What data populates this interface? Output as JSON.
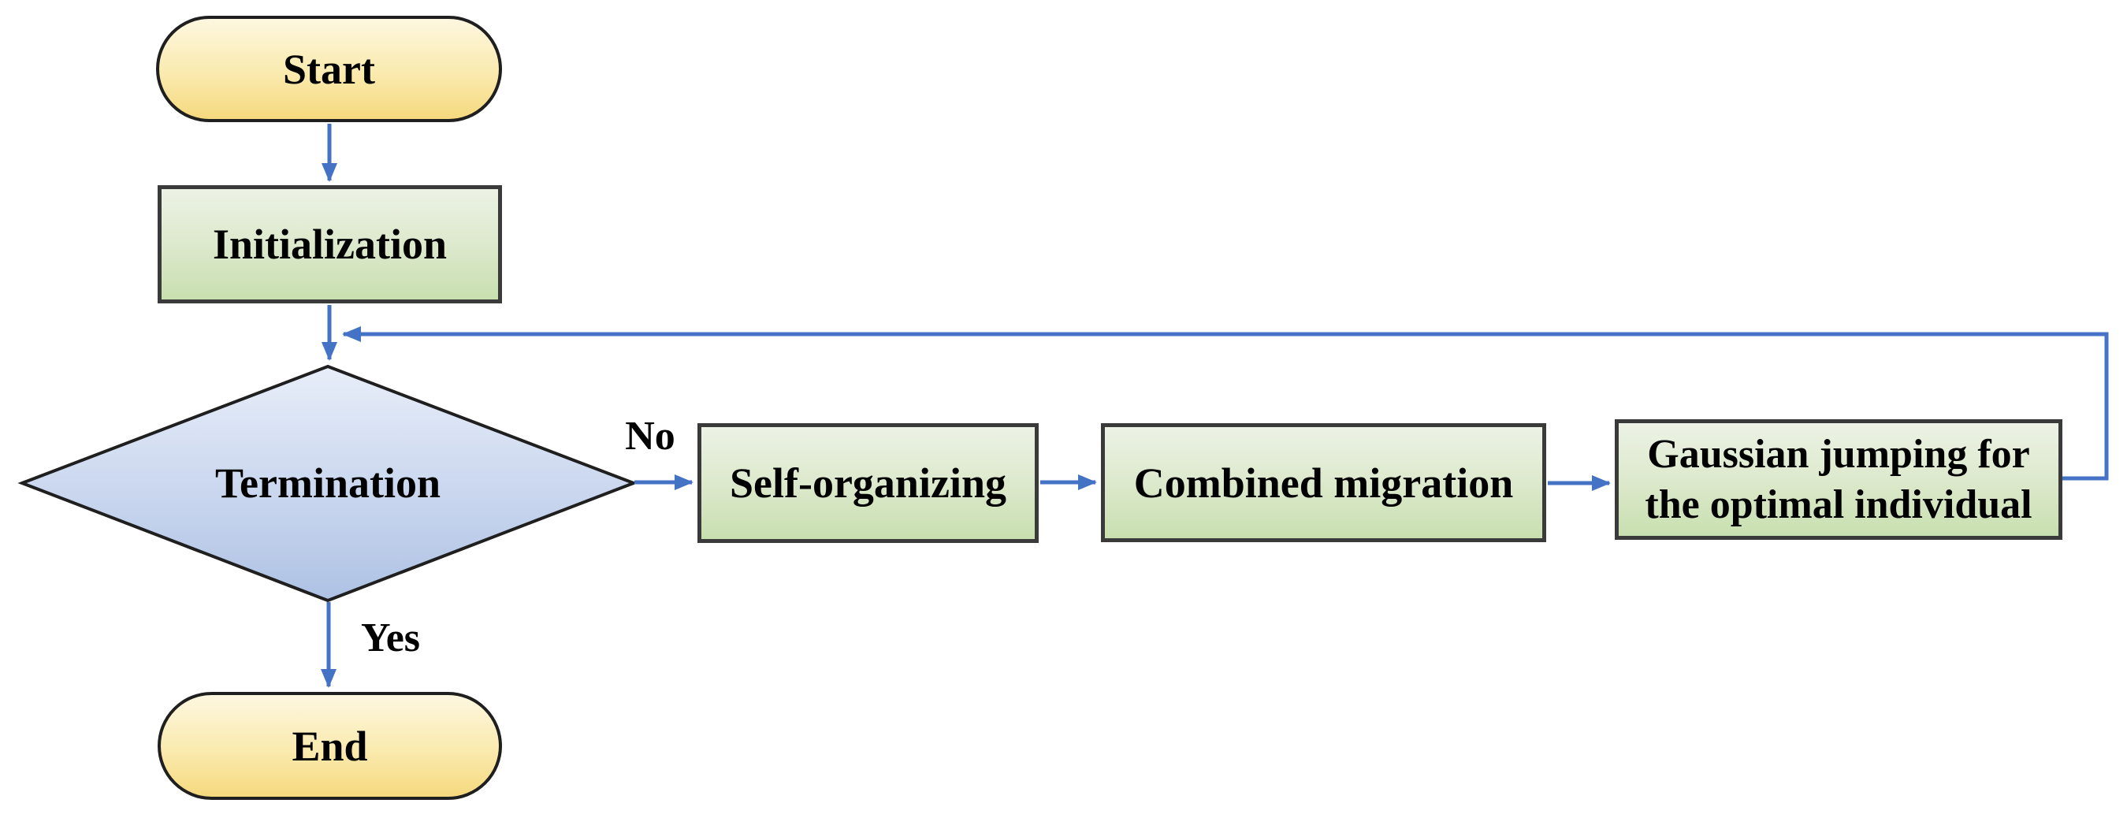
{
  "colors": {
    "canvas_bg": "#ffffff",
    "arrow": "#4472C4",
    "text": "#000000",
    "terminal_border": "#1f1f1f",
    "process_border": "#3A3A3A",
    "terminal_top": "#FDF7E0",
    "terminal_mid": "#FAEAAE",
    "terminal_bottom": "#F5D97E",
    "process_top": "#ECF2E5",
    "process_mid": "#DDE9CD",
    "process_bottom": "#C8DFAF",
    "decision_top": "#E8EEF9",
    "decision_mid": "#C9D6EE",
    "decision_bottom": "#AEC2E4"
  },
  "nodes": {
    "start": {
      "label": "Start",
      "type": "terminal"
    },
    "initialization": {
      "label": "Initialization",
      "type": "process"
    },
    "termination": {
      "label": "Termination",
      "type": "decision"
    },
    "self_organizing": {
      "label": "Self-organizing",
      "type": "process"
    },
    "combined_migration": {
      "label": "Combined migration",
      "type": "process"
    },
    "gaussian_jumping": {
      "label": "Gaussian jumping for the optimal individual",
      "type": "process"
    },
    "end": {
      "label": "End",
      "type": "terminal"
    }
  },
  "edge_labels": {
    "no": "No",
    "yes": "Yes"
  }
}
